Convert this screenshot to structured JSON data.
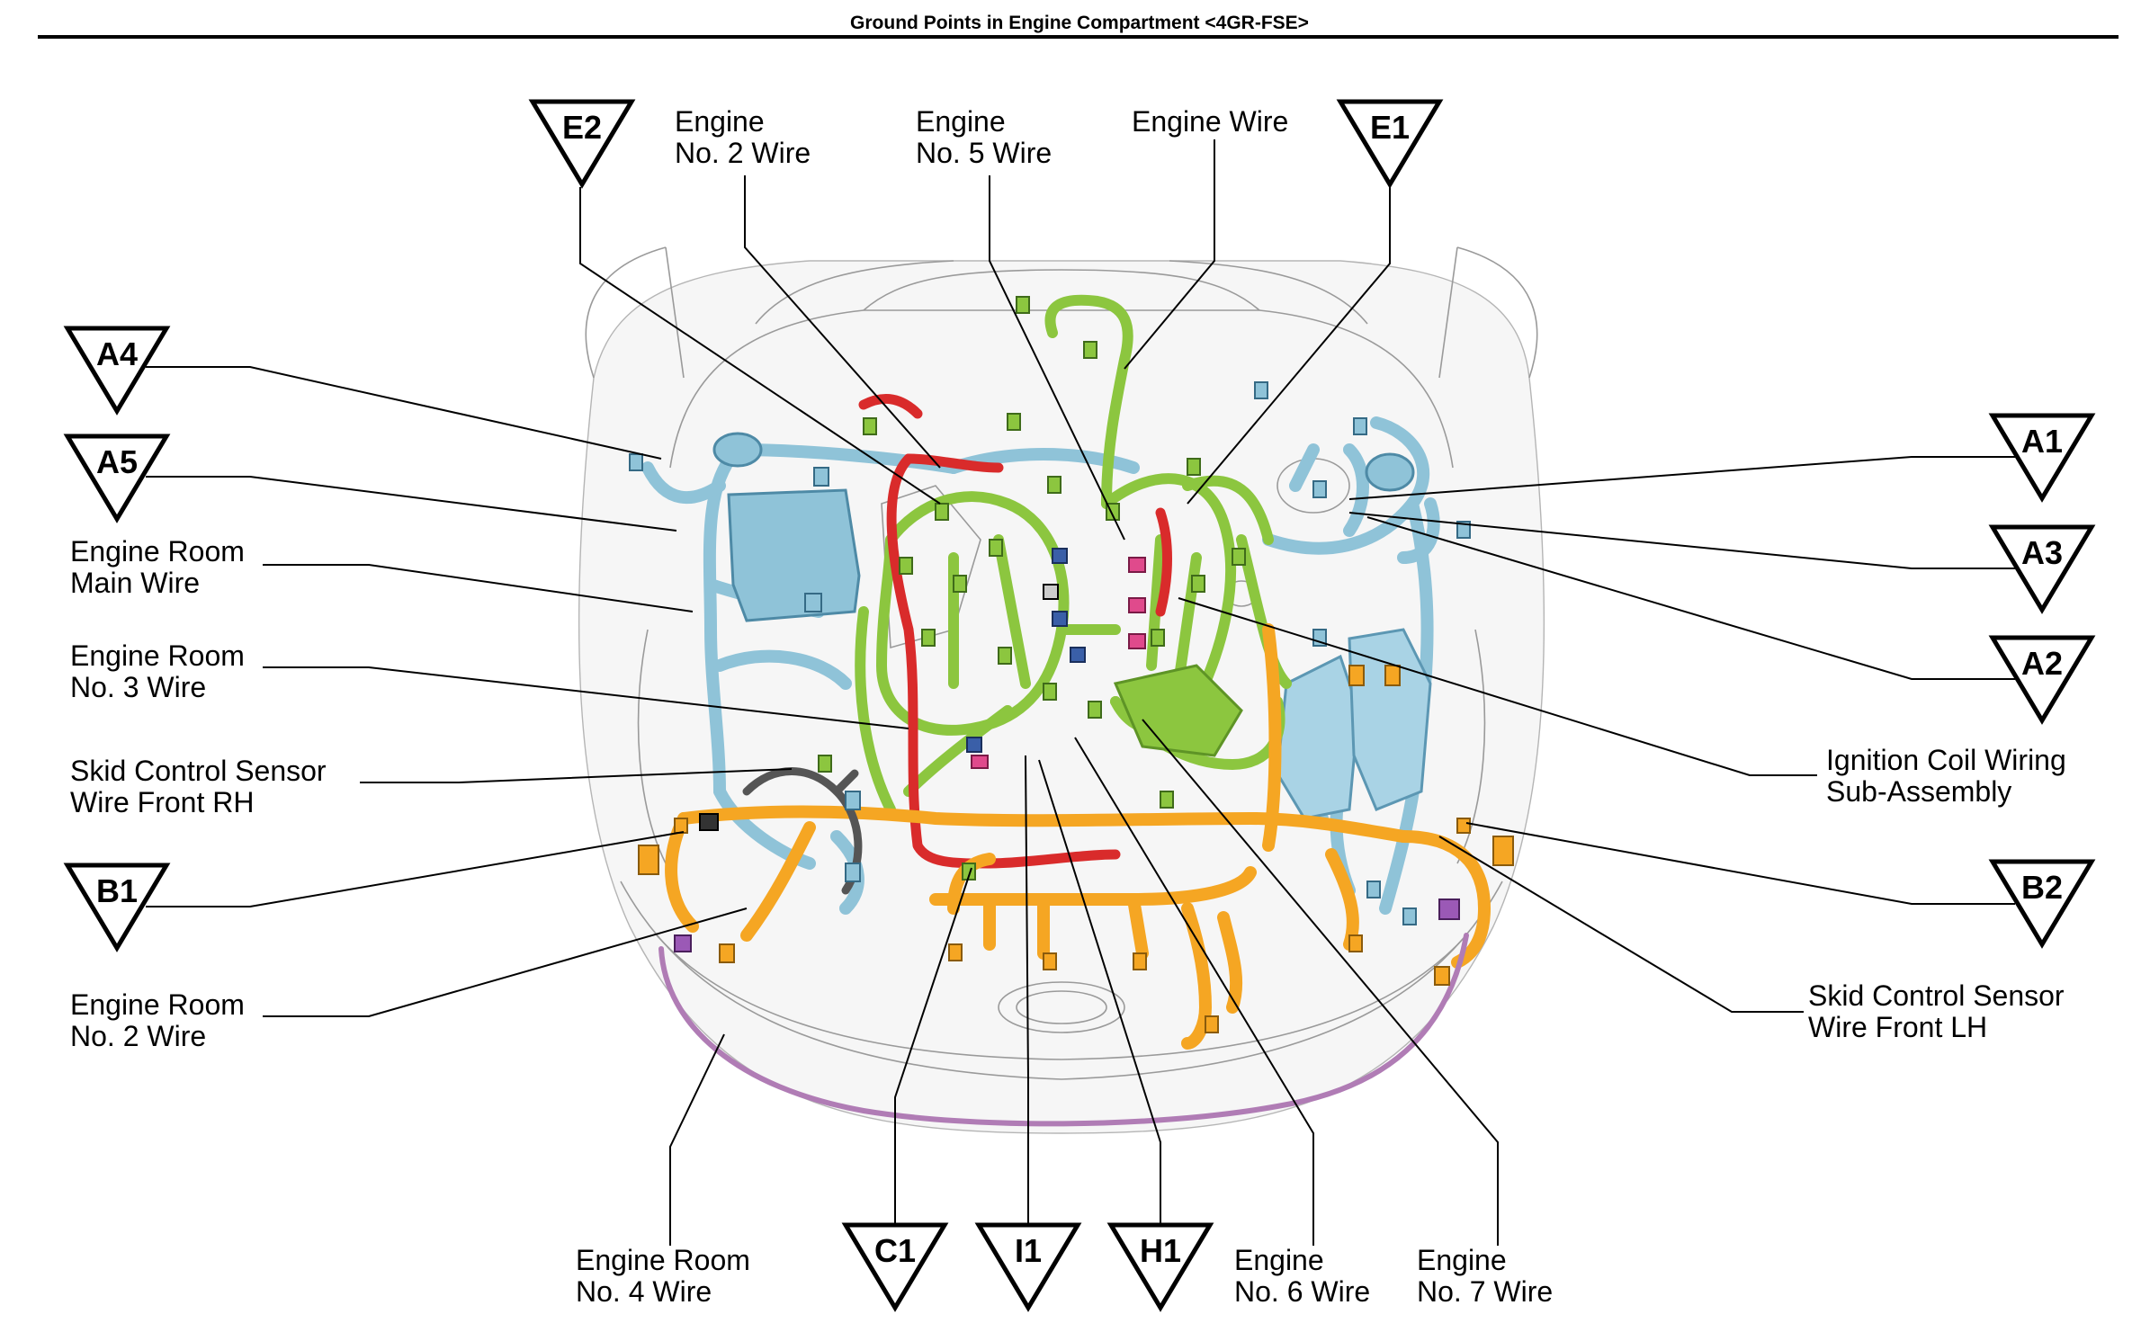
{
  "title": "Ground Points in Engine Compartment <4GR-FSE>",
  "ground_points": {
    "E2": "E2",
    "E1": "E1",
    "A4": "A4",
    "A5": "A5",
    "A1": "A1",
    "A3": "A3",
    "A2": "A2",
    "B1": "B1",
    "B2": "B2",
    "C1": "C1",
    "I1": "I1",
    "H1": "H1"
  },
  "wires": {
    "engine_no2": [
      "Engine",
      "No. 2 Wire"
    ],
    "engine_no5": [
      "Engine",
      "No. 5 Wire"
    ],
    "engine_wire": [
      "Engine Wire"
    ],
    "engine_room_main": [
      "Engine Room",
      "Main Wire"
    ],
    "engine_room_no3": [
      "Engine Room",
      "No. 3 Wire"
    ],
    "skid_front_rh": [
      "Skid Control Sensor",
      "Wire Front RH"
    ],
    "engine_room_no2": [
      "Engine Room",
      "No. 2 Wire"
    ],
    "ignition_coil": [
      "Ignition Coil Wiring",
      "Sub-Assembly"
    ],
    "skid_front_lh": [
      "Skid Control Sensor",
      "Wire Front LH"
    ],
    "engine_room_no4": [
      "Engine Room",
      "No. 4 Wire"
    ],
    "engine_no6": [
      "Engine",
      "No. 6 Wire"
    ],
    "engine_no7": [
      "Engine",
      "No. 7 Wire"
    ]
  },
  "colors": {
    "harness_blue": "#8fc3d8",
    "harness_green": "#8cc63f",
    "harness_red": "#d92b2b",
    "harness_orange": "#f5a623",
    "harness_purple": "#b07cb5",
    "harness_gray": "#555555",
    "connector_pink": "#e04a8c",
    "connector_navy": "#3a5fa8"
  }
}
